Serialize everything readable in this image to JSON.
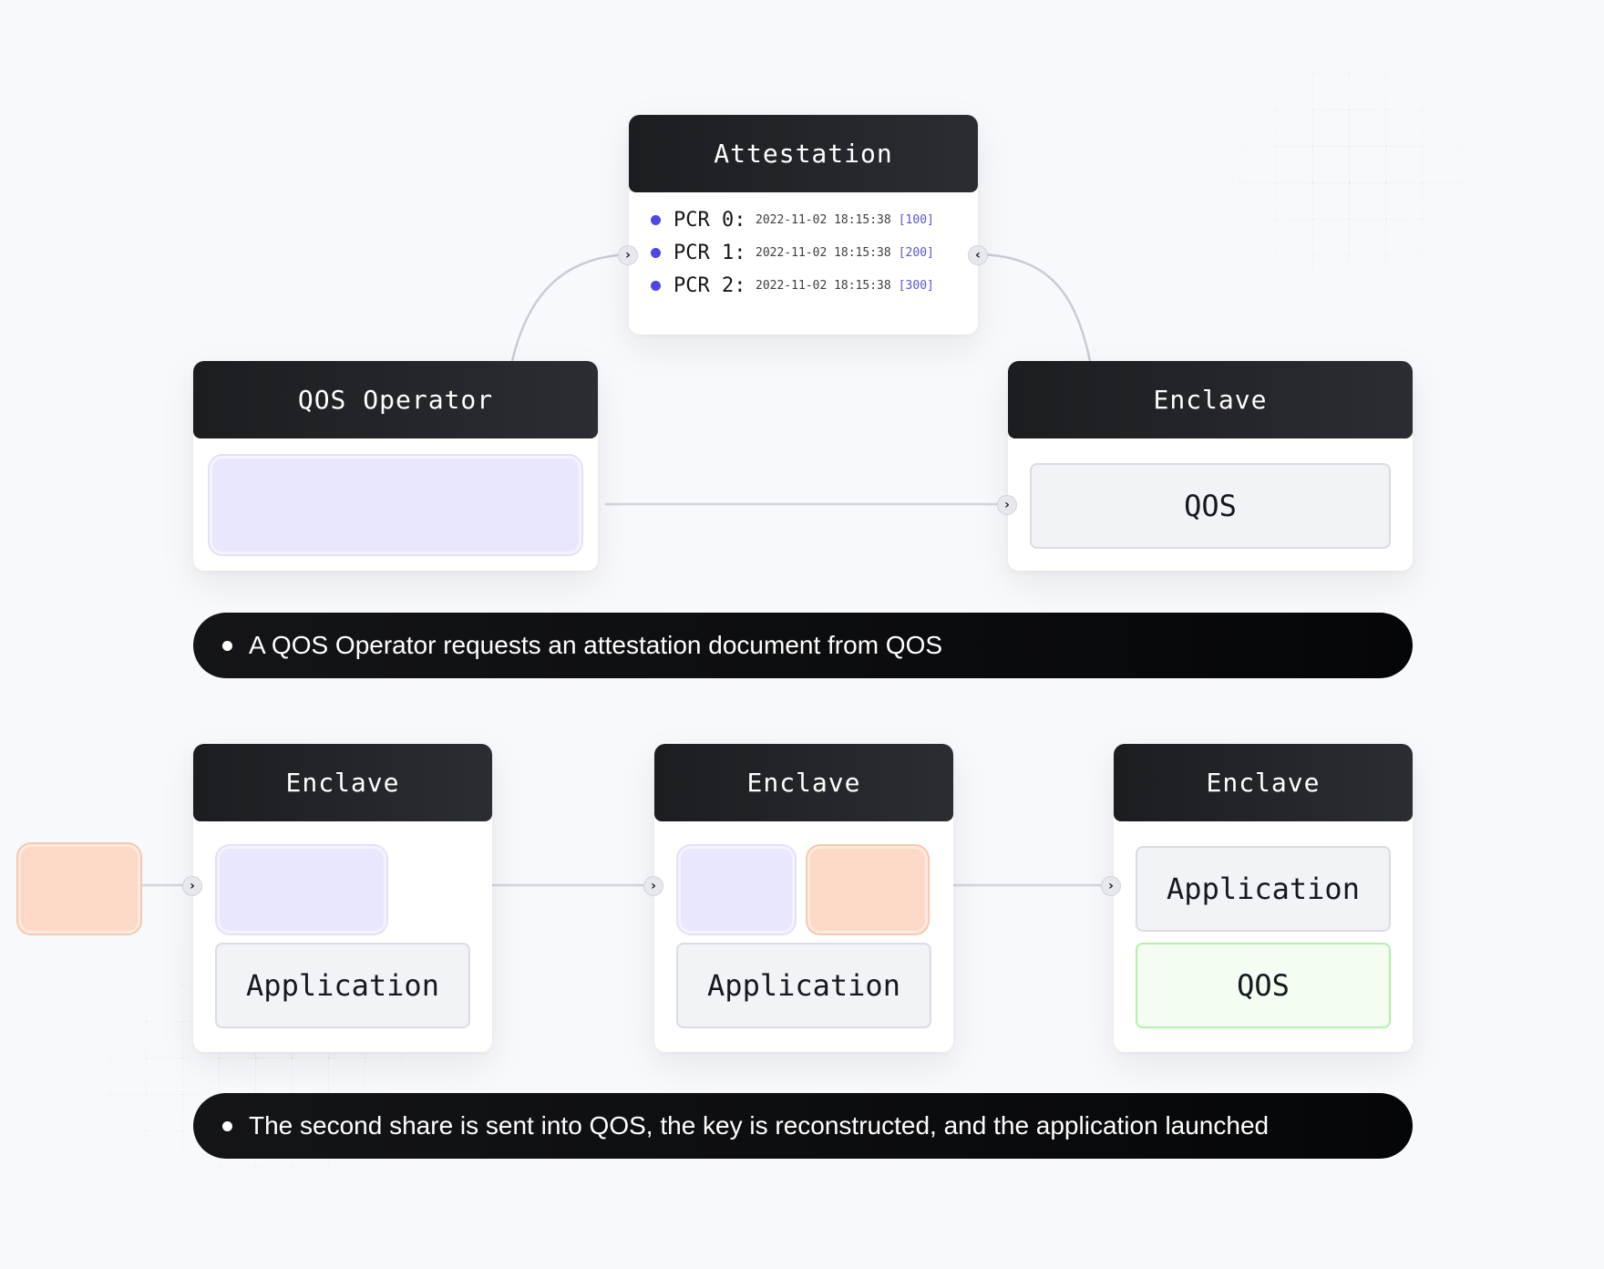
{
  "attestation": {
    "title": "Attestation",
    "pcrs": [
      {
        "label": "PCR 0:",
        "timestamp": "2022-11-02 18:15:38",
        "value": "[100]"
      },
      {
        "label": "PCR 1:",
        "timestamp": "2022-11-02 18:15:38",
        "value": "[200]"
      },
      {
        "label": "PCR 2:",
        "timestamp": "2022-11-02 18:15:38",
        "value": "[300]"
      }
    ]
  },
  "step1": {
    "operator_title": "QOS Operator",
    "enclave_title": "Enclave",
    "enclave_box": "QOS",
    "caption": "A QOS Operator requests an attestation document from QOS"
  },
  "step2": {
    "enclave1": {
      "title": "Enclave",
      "box": "Application"
    },
    "enclave2": {
      "title": "Enclave",
      "box": "Application"
    },
    "enclave3": {
      "title": "Enclave",
      "box_top": "Application",
      "box_bottom": "QOS"
    },
    "caption": "The second share is sent into QOS, the key is reconstructed, and the application launched"
  },
  "colors": {
    "lavender": "#e9e7fd",
    "peach": "#fbd9c6",
    "green_border": "#b4f0a6",
    "pcr_dot": "#4f46e5",
    "header_dark": "#1c1d21"
  },
  "icons": {
    "arrow_right": "chevron-right-icon",
    "arrow_left": "chevron-left-icon"
  }
}
